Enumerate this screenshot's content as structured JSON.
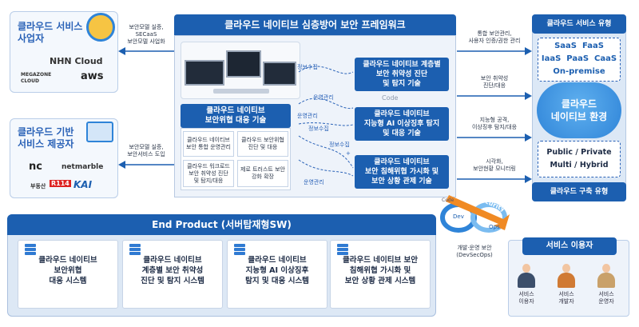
{
  "center": {
    "title": "클라우드 네이티브 심층방어 보안 프레임워크",
    "left_head": "클라우드 네이티브\n보안위협 대응 기술",
    "cells": [
      "클라우드 네이티브\n보안 통합 운영관리",
      "클라우드 보안위협\n진단 및 대응",
      "클라우드 워크로드\n보안 취약성 진단\n및 탐지/대응",
      "제로 트러스트 보안\n강화 확장"
    ],
    "right_boxes": [
      "클라우드 네이티브 계층별\n보안 취약성 진단\n및 탐지 기술",
      "클라우드 네이티브\n지능형 AI 이상징후 탐지\n및 대응 기술",
      "클라우드 네이티브\n보안 침해위협 가시화 및\n보안 상황 관제 기술"
    ],
    "flow_labels": {
      "info1": "정보수집",
      "ops1": "운영관리",
      "ops2": "운영관리",
      "info2": "정보수집",
      "info3": "정보수집",
      "ops3": "운영관리",
      "code": "Code",
      "plus": "+"
    }
  },
  "left": {
    "biz": {
      "title": "클라우드 서비스\n사업자",
      "logos": [
        "NHN Cloud",
        "MEGAZONE CLOUD",
        "aws"
      ]
    },
    "biz_arrow": "보안모델 실증,\nSECaaS\n보안모델 사업화",
    "base": {
      "title": "클라우드 기반\n서비스 제공자",
      "logos": [
        "nc",
        "netmarble",
        "부동산",
        "R114",
        "KAI"
      ]
    },
    "base_arrow": "보안모델 실증,\n보안서비스 도입"
  },
  "right": {
    "type_head": "클라우드 서비스 유형",
    "types": [
      "SaaS  FaaS",
      "IaaS  PaaS  CaaS",
      "On-premise"
    ],
    "cloud": "클라우드\n네이티브 환경",
    "deploy": [
      "Public / Private",
      "Multi / Hybrid"
    ],
    "build_head": "클라우드 구축 유형",
    "arrows": [
      "통합 보안관리,\n사용자 인증/권한 관리",
      "보안 취약성\n진단/대응",
      "지능형 공격,\n이상징후 탐지/대응",
      "시각화,\n보안현황 모니터링"
    ]
  },
  "end": {
    "title": "End Product (서버탑재형SW)",
    "cards": [
      "클라우드 네이티브\n보안위협\n대응 시스템",
      "클라우드 네이티브\n계층별 보안 취약성\n진단 및 탐지 시스템",
      "클라우드 네이티브\n지능형 AI 이상징후\n탐지 및 대응 시스템",
      "클라우드 네이티브 보안\n침해위협 가시화 및\n보안 상황 관제 시스템"
    ]
  },
  "devsecops": {
    "security": "Security",
    "dev": "Dev",
    "ops": "Ops",
    "code": "Code",
    "caption": "개발·운영 보안\n(DevSecOps)"
  },
  "users": {
    "title": "서비스 이용자",
    "people": [
      "서비스\n이용자",
      "서비스\n개발자",
      "서비스\n운영자"
    ]
  },
  "colors": {
    "primary": "#1c5fb0",
    "light": "#dce8f6",
    "accent": "#f08a24"
  }
}
